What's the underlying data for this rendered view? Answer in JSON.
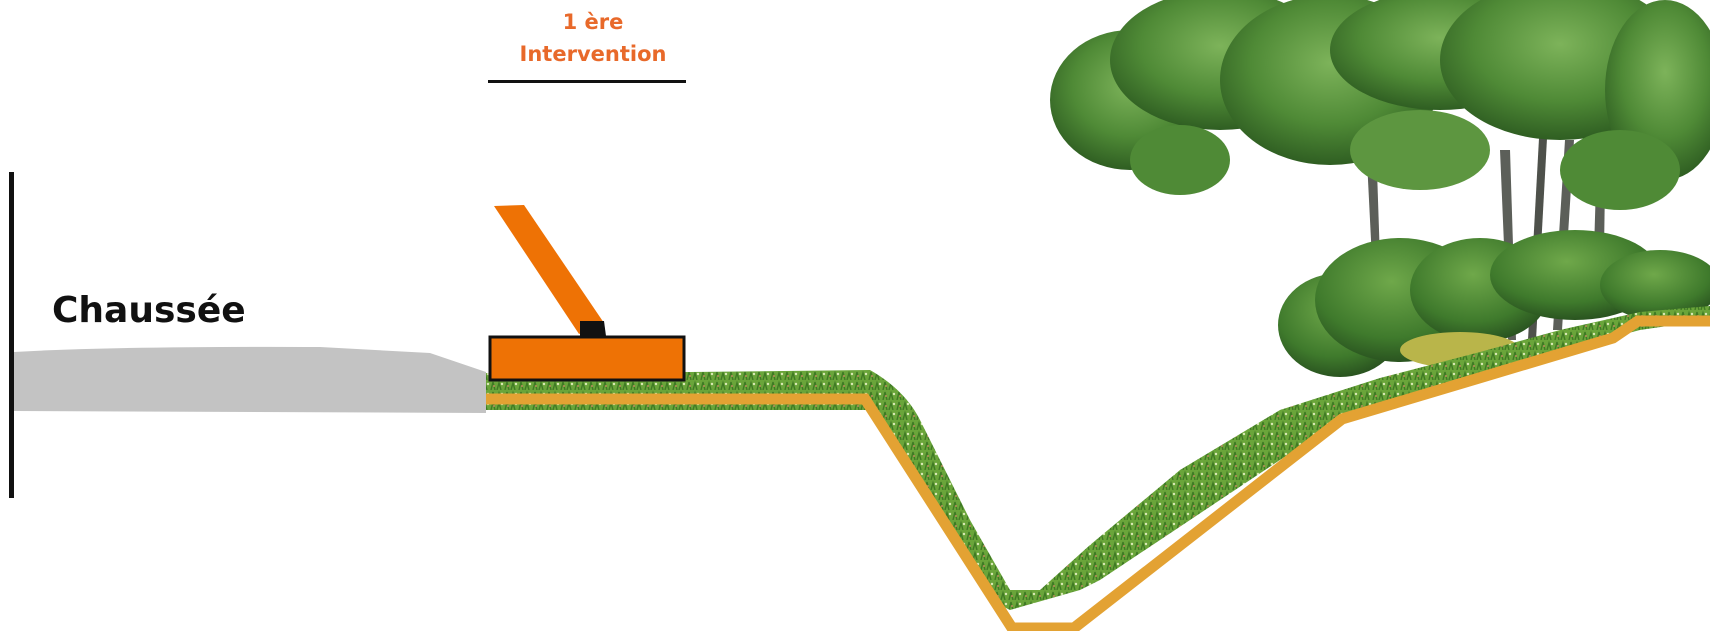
{
  "diagram": {
    "title_line1": "1 ère",
    "title_line2": "Intervention",
    "road_label": "Chaussée"
  },
  "colors": {
    "title": "#e8692a",
    "machine": "#ee7205",
    "soil": "#e3a233",
    "road": "#c3c3c3",
    "grass": "#6aa53a",
    "foliage": "#4f8a36",
    "trunk": "#5c5f59"
  },
  "icons": {
    "machine": "mower-arm-icon",
    "trees": "tree-icon",
    "shrub": "shrub-icon"
  }
}
